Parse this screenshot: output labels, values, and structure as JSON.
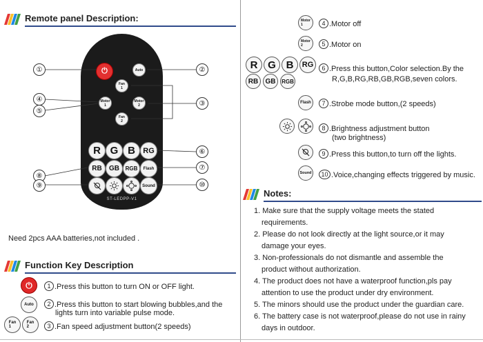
{
  "left": {
    "section1_title": "Remote panel Description:",
    "remote": {
      "power_icon": "power-icon",
      "auto": "Auto",
      "fan1": "Fan\n1",
      "motor1": "Motor\n1",
      "motor2": "Motor\n2",
      "fan2": "Fan\n2",
      "r": "R",
      "g": "G",
      "b": "B",
      "rg": "RG",
      "rb": "RB",
      "gb": "GB",
      "rgb": "RGB",
      "flash": "Flash",
      "sound": "Sound",
      "model": "ST-LEDPP-V1"
    },
    "callouts": [
      "①",
      "②",
      "③",
      "④",
      "⑤",
      "⑥",
      "⑦",
      "⑧",
      "⑨",
      "⑩"
    ],
    "battery_note": "Need 2pcs AAA batteries,not included .",
    "section2_title": "Function Key Description",
    "keys": [
      {
        "num": "1",
        "text": ".Press this button to turn ON or OFF light."
      },
      {
        "num": "2",
        "text": ".Press this button to start blowing bubbles,and the",
        "text2": "lights turn into variable pulse mode."
      },
      {
        "num": "3",
        "text": ".Fan speed adjustment button(2 speeds)"
      }
    ]
  },
  "right": {
    "keys": [
      {
        "num": "4",
        "text": ".Motor off"
      },
      {
        "num": "5",
        "text": ".Motor on"
      },
      {
        "num": "6",
        "text": ".Press this button,Color selection.By the",
        "text2": "R,G,B,RG,RB,GB,RGB,seven colors."
      },
      {
        "num": "7",
        "text": ".Strobe mode button,(2 speeds)"
      },
      {
        "num": "8",
        "text": ".Brightness adjustment button",
        "text2": "(two brightness)"
      },
      {
        "num": "9",
        "text": ".Press this button,to turn off the lights."
      },
      {
        "num": "10",
        "text": ".Voice,changing effects triggered by music."
      }
    ],
    "notes_title": "Notes:",
    "notes": [
      {
        "n": "1.",
        "a": "Make sure that the supply voltage meets the stated",
        "b": "requirements."
      },
      {
        "n": "2.",
        "a": "Please do not look directly at the light source,or it may",
        "b": "damage your eyes."
      },
      {
        "n": "3.",
        "a": "Non-professionals do not dismantle and assemble the",
        "b": "product without authorization."
      },
      {
        "n": "4.",
        "a": "The product does not have a waterproof function,pls pay",
        "b": "attention to use the product under dry environment."
      },
      {
        "n": "5.",
        "a": "The minors should use the product under the guardian care.",
        "b": ""
      },
      {
        "n": "6.",
        "a": "The battery case is not waterproof,please do not use in rainy",
        "b": "days in outdoor."
      }
    ]
  }
}
